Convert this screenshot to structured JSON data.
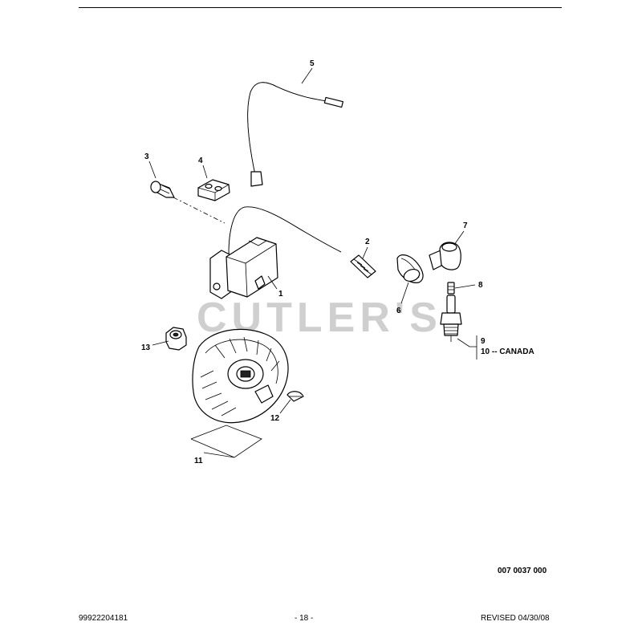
{
  "watermark": "CUTLER'S",
  "callouts": {
    "c1": "1",
    "c2": "2",
    "c3": "3",
    "c4": "4",
    "c5": "5",
    "c6": "6",
    "c7": "7",
    "c8": "8",
    "c9": "9",
    "c10": "10 -- CANADA",
    "c11": "11",
    "c12": "12",
    "c13": "13"
  },
  "drawing_number": "007 0037 000",
  "footer": {
    "part_number": "99922204181",
    "page": "- 18 -",
    "revised": "REVISED 04/30/08"
  }
}
